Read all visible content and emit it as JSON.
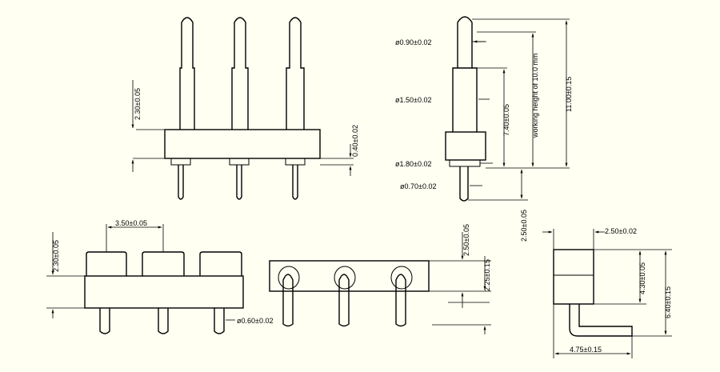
{
  "background": "#fffff2",
  "line_color": "#000000",
  "front_view": {
    "pin_count": 3,
    "dim_plunger_height": "2.30±0.05",
    "dim_gap": "0.40±0.02"
  },
  "side_view": {
    "dim_tip_dia": "ø0.90±0.02",
    "dim_barrel_dia": "ø1.50±0.02",
    "dim_collar_dia": "ø1.80±0.02",
    "dim_tail_dia": "ø0.70±0.02",
    "dim_barrel_len": "7.40±0.05",
    "dim_working_height": "working height of 10.0 mm",
    "dim_total_height": "11.00±0.15",
    "dim_tail_len": "2.50±0.05"
  },
  "bottom_left_view": {
    "dim_pitch": "3.50±0.05",
    "dim_height": "2.30±0.05",
    "dim_tail_dia": "ø0.60±0.02"
  },
  "bottom_middle_view": {
    "dim_top": "2.50±0.05",
    "dim_pin_offset": "2.25±0.15"
  },
  "bottom_right_view": {
    "dim_width": "2.50±0.02",
    "dim_body_height": "4.30±0.05",
    "dim_total_height": "6.40±0.15",
    "dim_length": "4.75±0.15"
  }
}
